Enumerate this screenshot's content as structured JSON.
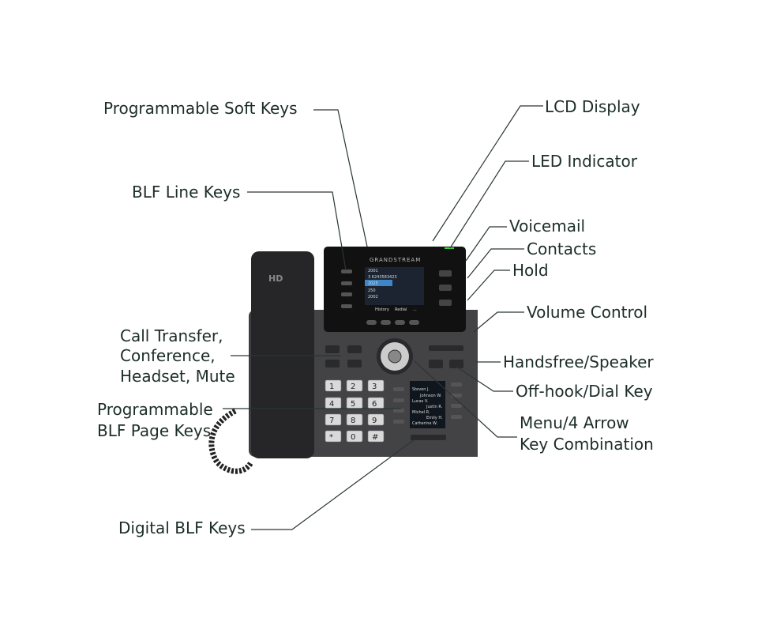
{
  "labels": {
    "soft_keys": "Programmable Soft Keys",
    "blf_line_keys": "BLF Line Keys",
    "lcd_display": "LCD Display",
    "led_indicator": "LED Indicator",
    "voicemail": "Voicemail",
    "contacts": "Contacts",
    "hold": "Hold",
    "volume_control": "Volume Control",
    "handsfree": "Handsfree/Speaker",
    "offhook": "Off-hook/Dial Key",
    "menu": [
      "Menu/4 Arrow",
      "Key Combination"
    ],
    "call_transfer": [
      "Call Transfer,",
      "Conference,",
      "Headset, Mute"
    ],
    "blf_page_keys": [
      "Programmable",
      "BLF Page Keys"
    ],
    "digital_blf": "Digital BLF Keys"
  },
  "phone": {
    "brand": "GRANDSTREAM",
    "handset_mark": "HD",
    "screen_lines": [
      "2001",
      "3 6243583423",
      "2025",
      "250",
      "2002"
    ],
    "screen_softkeys": [
      "History",
      "Redial",
      "..."
    ],
    "blf_screen_names": [
      "Steven J.",
      "Johnson W.",
      "Lucas V.",
      "Justin R.",
      "Michel R.",
      "Emily H.",
      "Catherine W."
    ],
    "keypad": [
      "1",
      "2",
      "3",
      "4",
      "5",
      "6",
      "7",
      "8",
      "9",
      "*",
      "0",
      "#"
    ],
    "led_color": "#3ad13a",
    "body_color": "#3d3d3f"
  }
}
